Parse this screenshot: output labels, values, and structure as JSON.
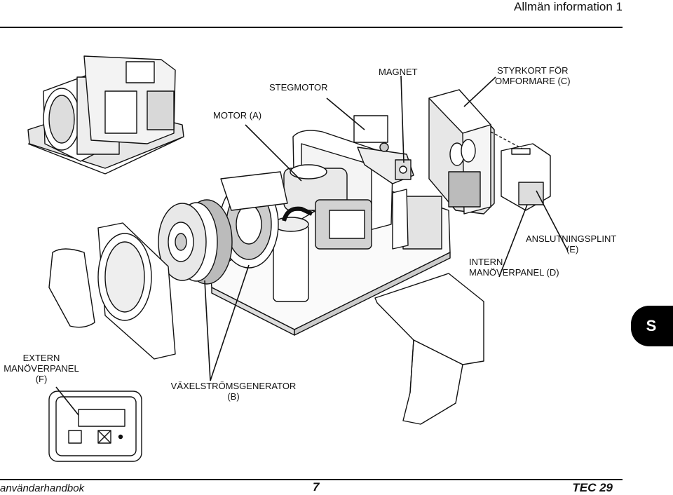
{
  "header": {
    "title": "Allmän information 1"
  },
  "footer": {
    "manual": "användarhandbok",
    "page": "7",
    "model": "TEC 29"
  },
  "language_tab": "S",
  "labels": {
    "motor": "MOTOR (A)",
    "stepper": "STEGMOTOR",
    "magnet": "MAGNET",
    "control_board_line1": "STYRKORT FÖR",
    "control_board_line2": "OMFORMARE (C)",
    "terminal_line1": "ANSLUTNINGSPLINT",
    "terminal_line2": "(E)",
    "internal_line1": "INTERN",
    "internal_line2": "MANÖVERPANEL (D)",
    "external_line1": "EXTERN",
    "external_line2": "MANÖVERPANEL",
    "external_line3": "(F)",
    "alternator_line1": "VÄXELSTRÖMSGENERATOR",
    "alternator_line2": "(B)"
  }
}
